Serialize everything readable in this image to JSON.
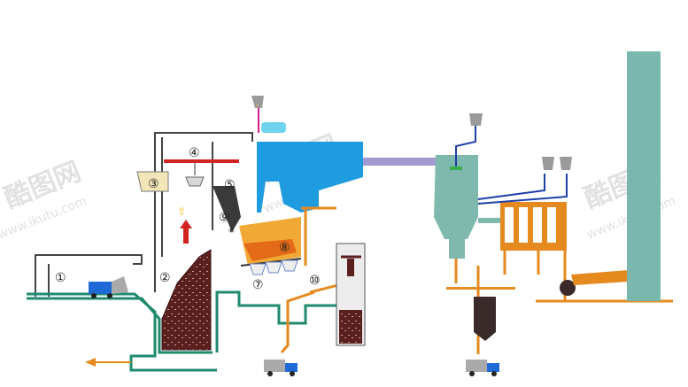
{
  "labels": {
    "area_truck_unload": "①",
    "area_storage_pit": "②",
    "crane_control": "③",
    "grab_crane": "④",
    "feed_hopper": "⑤",
    "ash_extractor": "⑦",
    "grate": "⑧",
    "feeder": "⑨",
    "ash_conveyor": "⑩",
    "small_6": "⑥"
  },
  "watermarks": [
    {
      "logo": "酷图网",
      "url": "www.ikutu.com"
    },
    {
      "logo": "酷图网",
      "url": "www.ikutu.com"
    },
    {
      "logo": "酷图网",
      "url": "www.ikutu.com"
    }
  ],
  "colors": {
    "building": "#1f8a6e",
    "outline": "#444444",
    "boiler": "#1f9be0",
    "garbage": "#5a1f1f",
    "pipe_orange": "#e58a1f",
    "flue_purple": "#a29ad0",
    "equipment_teal": "#7fb9ae",
    "chimney": "#7ab8ad",
    "silo": "#a9a9a9",
    "line_blue": "#1f3fa8",
    "crane_red": "#d32424",
    "arrow_yellow": "#f2c21b"
  }
}
